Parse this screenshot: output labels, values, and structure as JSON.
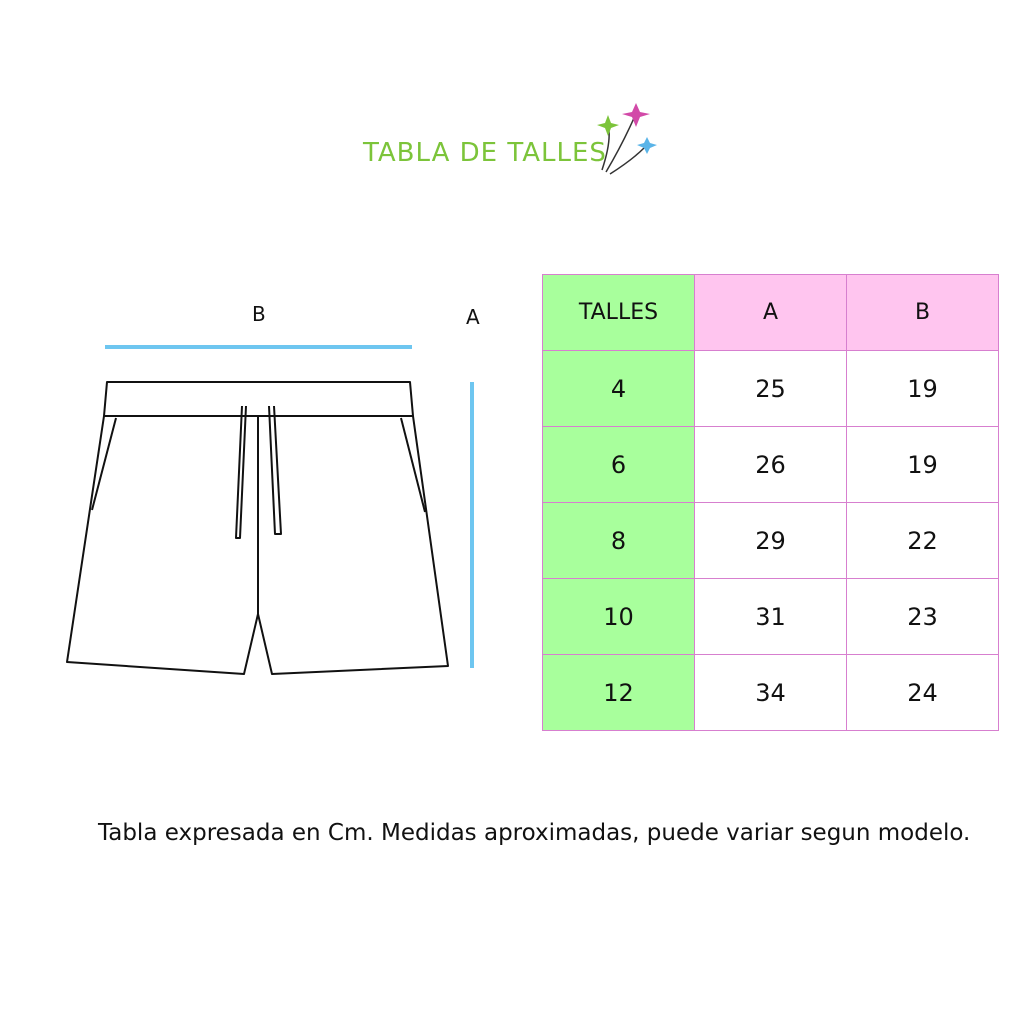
{
  "title": "TABLA DE TALLES",
  "diagram": {
    "label_b": "B",
    "label_a": "A"
  },
  "table": {
    "headers": [
      "TALLES",
      "A",
      "B"
    ],
    "rows": [
      [
        "4",
        "25",
        "19"
      ],
      [
        "6",
        "26",
        "19"
      ],
      [
        "8",
        "29",
        "22"
      ],
      [
        "10",
        "31",
        "23"
      ],
      [
        "12",
        "34",
        "24"
      ]
    ]
  },
  "footnote": "Tabla expresada en Cm. Medidas aproximadas, puede variar segun modelo.",
  "colors": {
    "title": "#7cc43a",
    "header_green": "#a8ff9c",
    "header_pink": "#ffc5ef",
    "border": "#d77fcf",
    "measure_line": "#6ec6f0"
  }
}
